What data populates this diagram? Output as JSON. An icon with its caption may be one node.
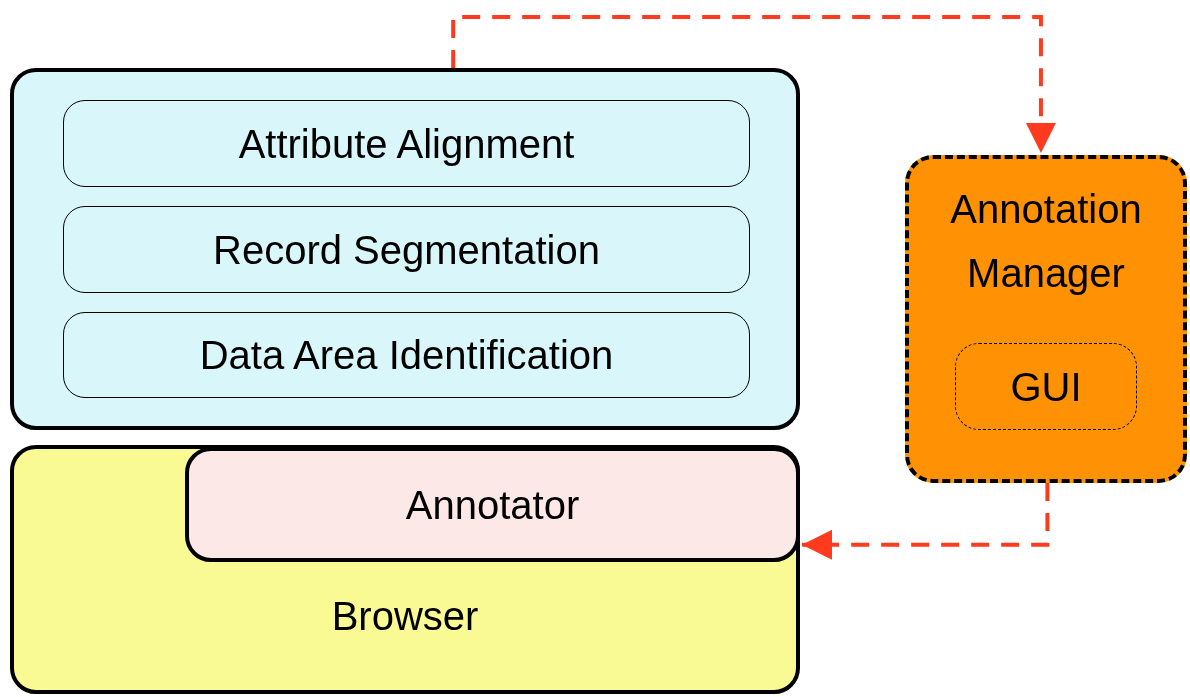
{
  "diagram": {
    "nodes": [
      {
        "text": [],
        "shape": "box"
      },
      {
        "text": [
          "Attribute Alignment"
        ],
        "in": 0
      },
      {
        "text": [
          "Record Segmentation"
        ],
        "in": 0
      },
      {
        "text": [
          "Data Area Identification"
        ],
        "in": 0
      },
      {
        "text": [
          "Browser"
        ]
      },
      {
        "text": [
          "Annotator"
        ],
        "in": 4
      },
      {
        "text": [
          "Annotation Manager"
        ]
      },
      {
        "text": [
          "GUI"
        ],
        "in": 6
      }
    ],
    "edges": [
      {
        "from": 0,
        "to": 6,
        "arrow": "to",
        "style": "dashed",
        "color": "#ff3b1f"
      },
      {
        "from": 6,
        "to": 5,
        "arrow": "to",
        "style": "dashed",
        "color": "#ff3b1f"
      }
    ]
  }
}
